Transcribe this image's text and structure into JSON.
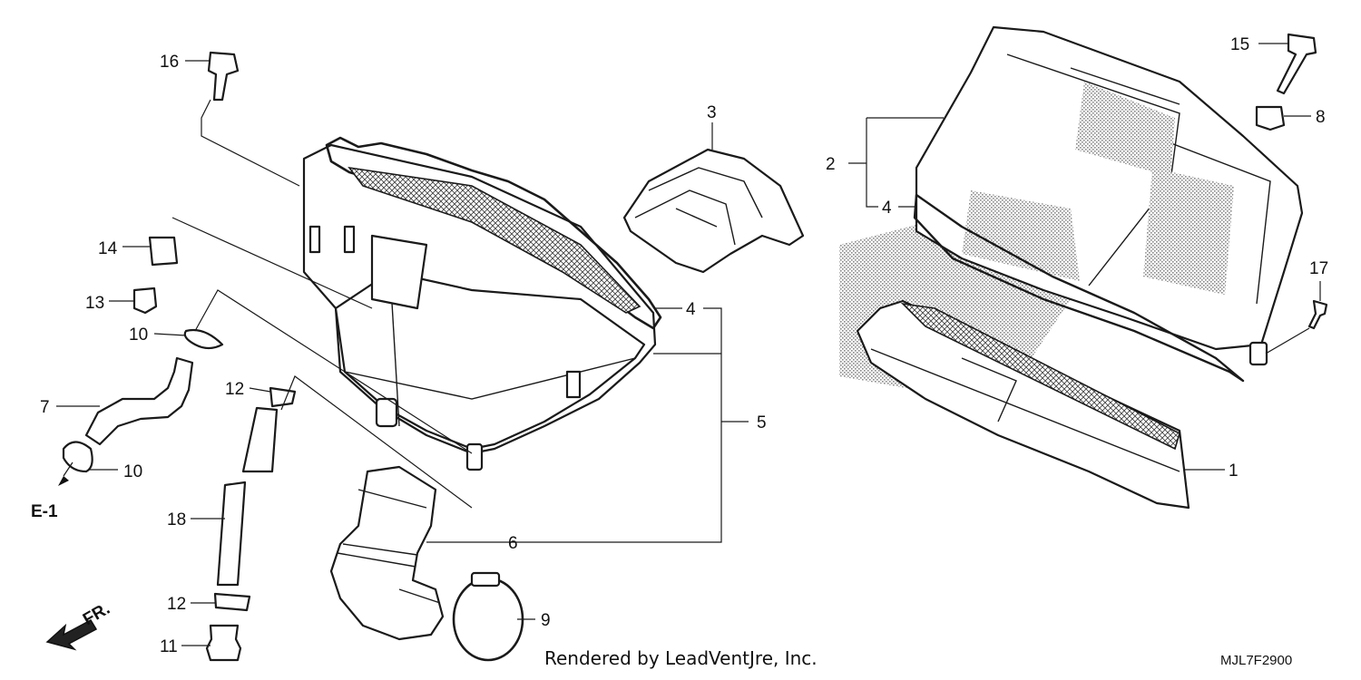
{
  "callouts": {
    "c1": "1",
    "c2": "2",
    "c3": "3",
    "c4a": "4",
    "c4b": "4",
    "c5": "5",
    "c6": "6",
    "c7": "7",
    "c8": "8",
    "c9": "9",
    "c10a": "10",
    "c10b": "10",
    "c11": "11",
    "c12a": "12",
    "c12b": "12",
    "c13": "13",
    "c14": "14",
    "c15": "15",
    "c16": "16",
    "c17": "17",
    "c18": "18"
  },
  "reference": "E-1",
  "direction_label": "FR.",
  "footer": {
    "credit": "Rendered by LeadVentJre, Inc.",
    "diagram_code": "MJL7F2900"
  },
  "colors": {
    "line": "#1a1a1a",
    "background": "#ffffff"
  }
}
